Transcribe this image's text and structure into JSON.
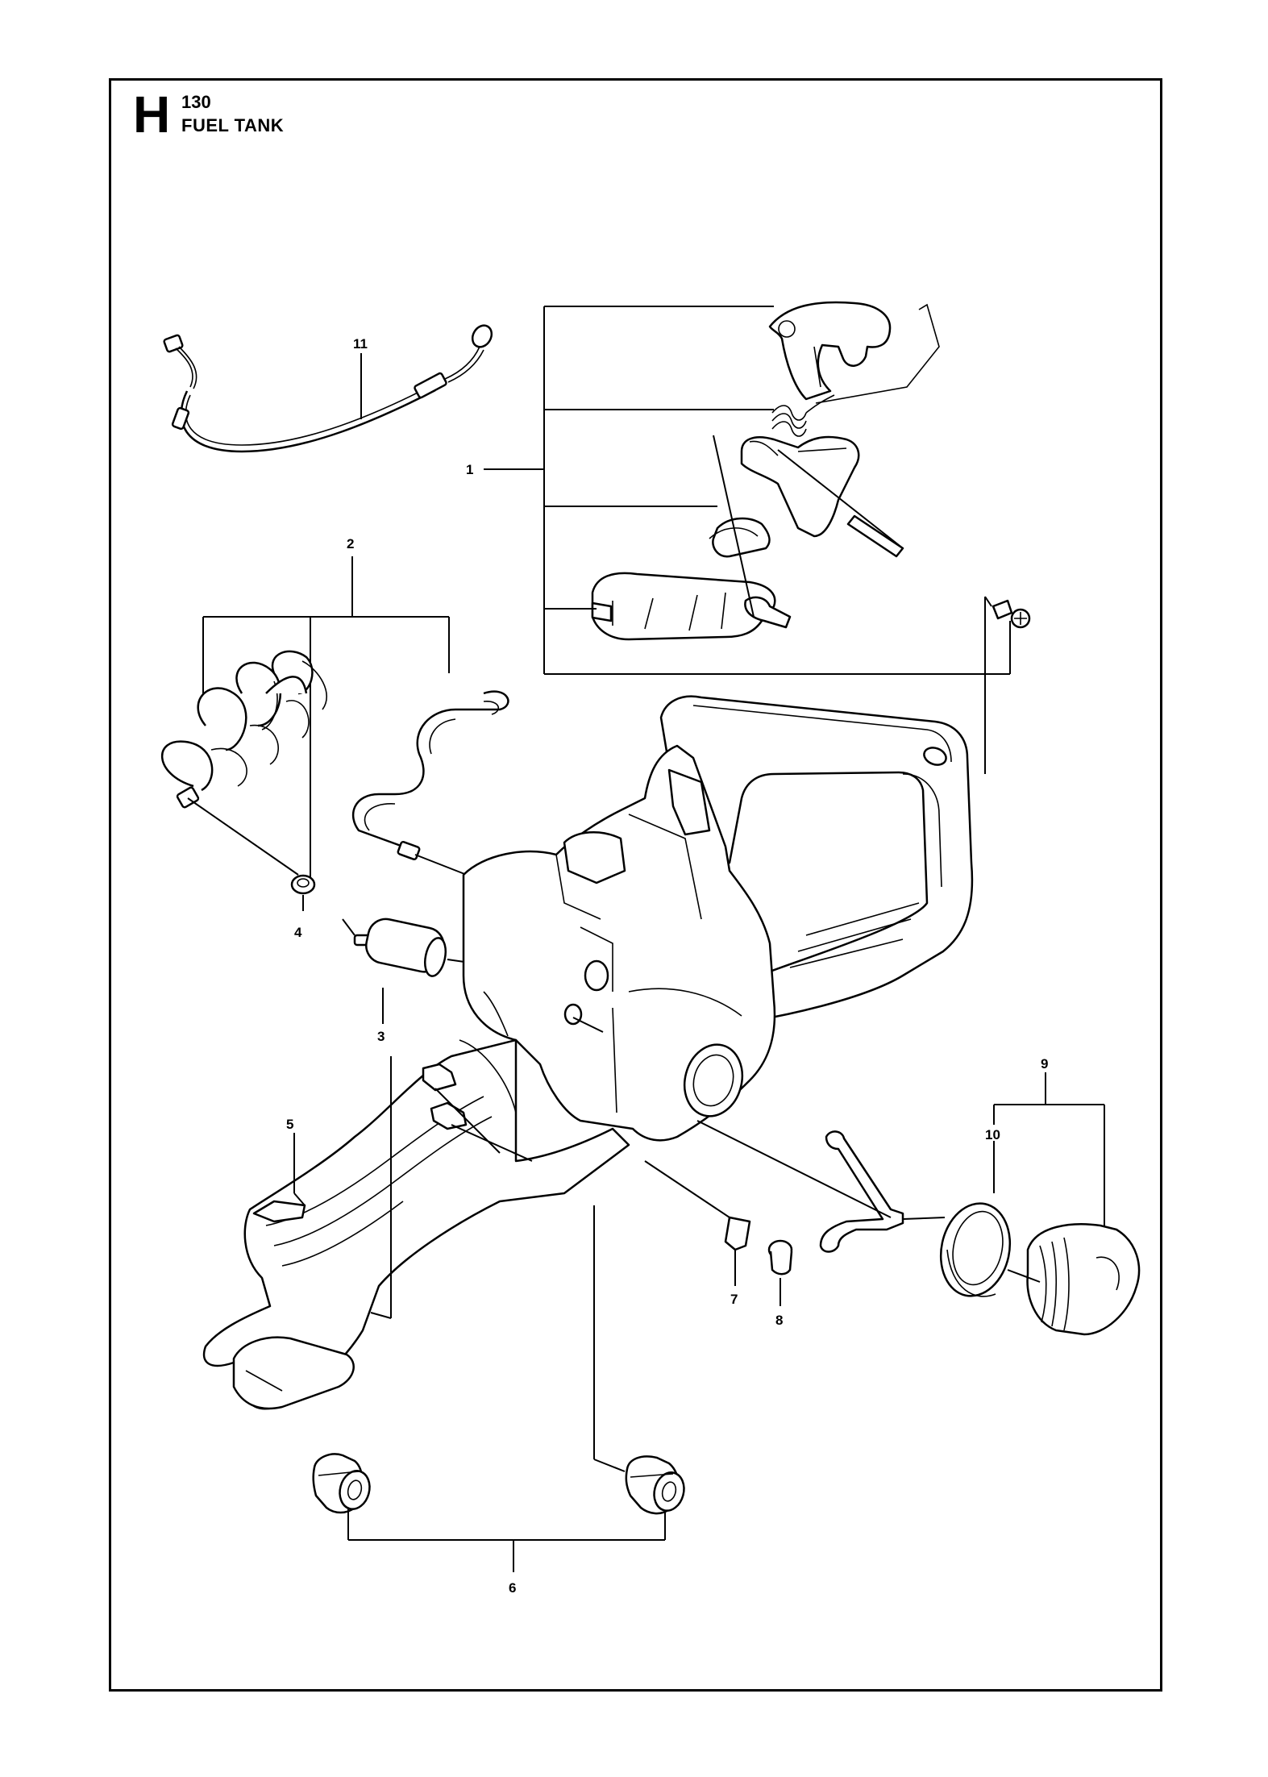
{
  "header": {
    "section_letter": "H",
    "section_code": "130",
    "section_title": "FUEL TANK"
  },
  "callouts": {
    "c1": "1",
    "c2": "2",
    "c3": "3",
    "c4": "4",
    "c5": "5",
    "c6": "6",
    "c7": "7",
    "c8": "8",
    "c9": "9",
    "c10": "10",
    "c11": "11"
  }
}
